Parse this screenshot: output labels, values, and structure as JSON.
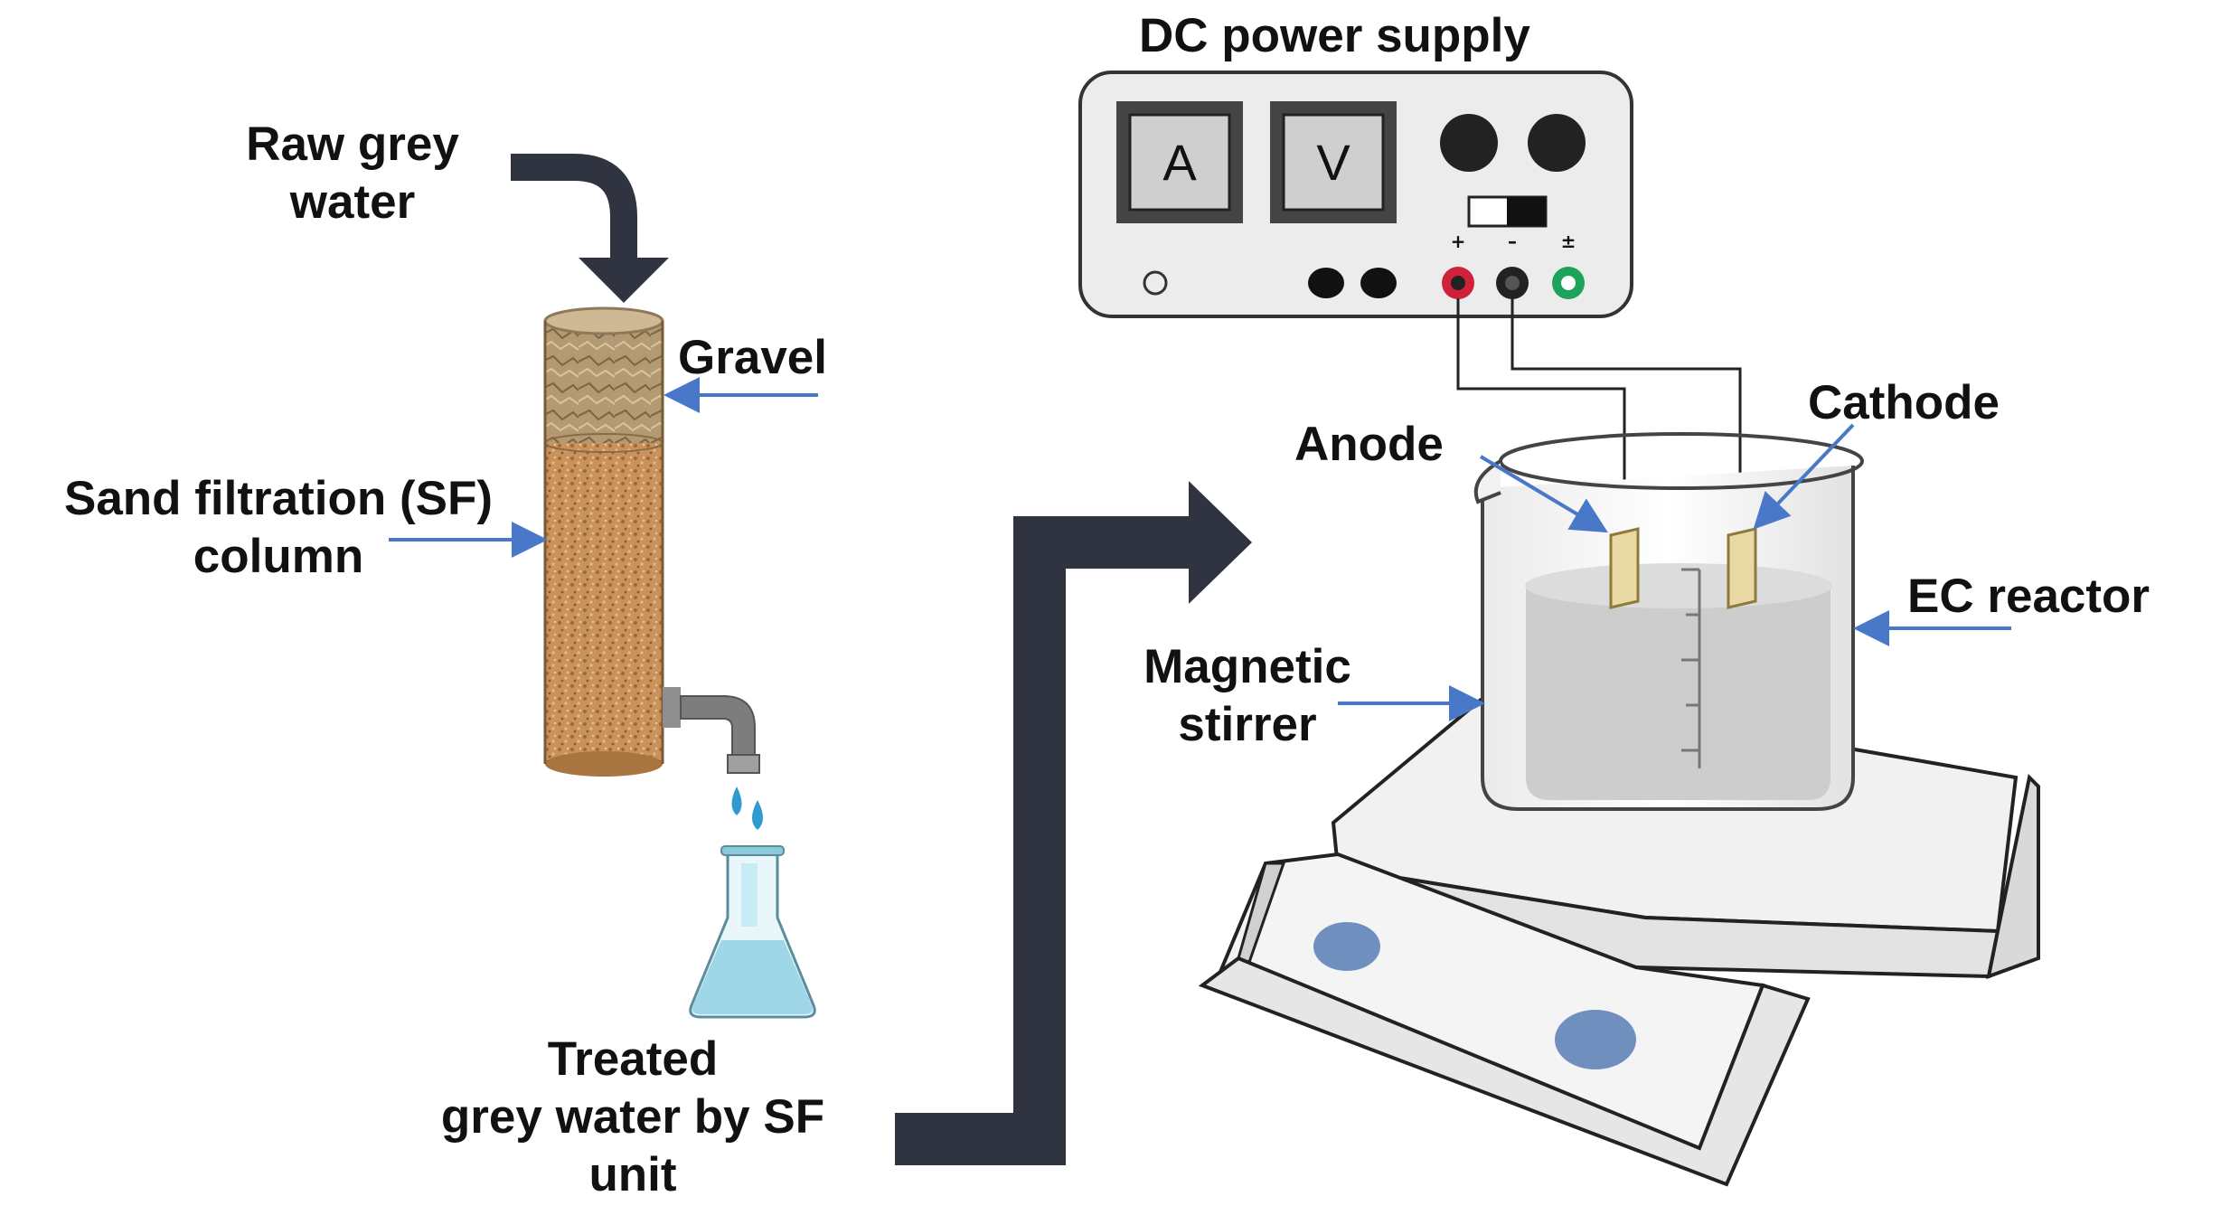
{
  "labels": {
    "dc_power_supply": "DC power supply",
    "raw_grey_water_line1": "Raw grey",
    "raw_grey_water_line2": "water",
    "gravel": "Gravel",
    "sf_column_line1": "Sand filtration (SF)",
    "sf_column_line2": "column",
    "treated_line1": "Treated",
    "treated_line2": "grey water by SF",
    "treated_line3": "unit",
    "anode": "Anode",
    "cathode": "Cathode",
    "ec_reactor": "EC reactor",
    "magnetic_stirrer_line1": "Magnetic",
    "magnetic_stirrer_line2": "stirrer"
  },
  "power_supply": {
    "ammeter_letter": "A",
    "voltmeter_letter": "V",
    "terminal_plus": "+",
    "terminal_minus": "–",
    "terminal_ground": "±"
  },
  "colors": {
    "pointer_arrow": "#4a78c8",
    "flow_arrow": "#2f3440",
    "gravel": "#b39a72",
    "sand": "#c9925a",
    "water": "#cdcdcd",
    "stirrer_knob": "#6f8fbf",
    "flask_liquid": "#9fd7e8",
    "terminal_red": "#d0213b",
    "terminal_green": "#1ea35a"
  },
  "icons": [
    "sand-filter-column",
    "faucet",
    "water-drops",
    "erlenmeyer-flask",
    "dc-power-supply",
    "beaker",
    "electrodes",
    "magnetic-stirrer-plate"
  ]
}
